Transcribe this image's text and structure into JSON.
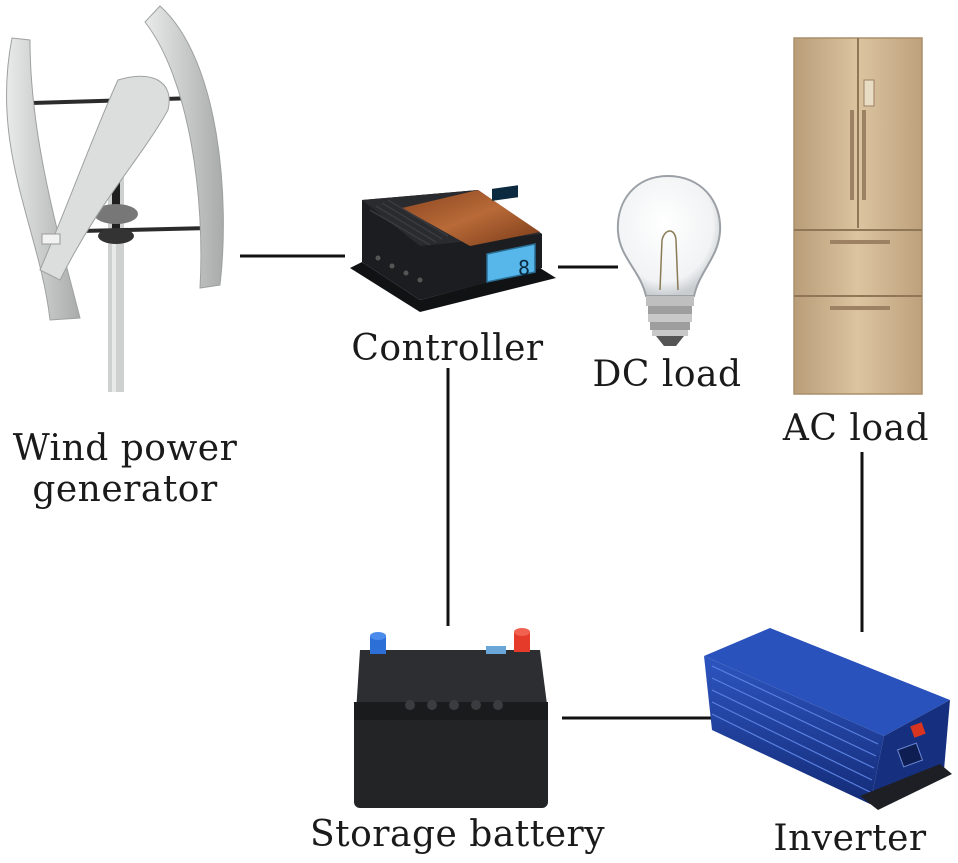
{
  "labels": {
    "wind": "Wind power generator",
    "controller": "Controller",
    "dc_load": "DC load",
    "ac_load": "AC load",
    "battery": "Storage battery",
    "inverter": "Inverter"
  },
  "controller_display": "8",
  "colors": {
    "line": "#111111",
    "blade": "#d4d6d5",
    "controller_body": "#1c1d20",
    "controller_wood": "#a45a2c",
    "lcd": "#57b7ea",
    "fridge": "#cdb38e",
    "battery_body": "#222426",
    "terminal_positive": "#e53b2a",
    "terminal_negative": "#2c6fd6",
    "inverter_body": "#1e3f99"
  }
}
